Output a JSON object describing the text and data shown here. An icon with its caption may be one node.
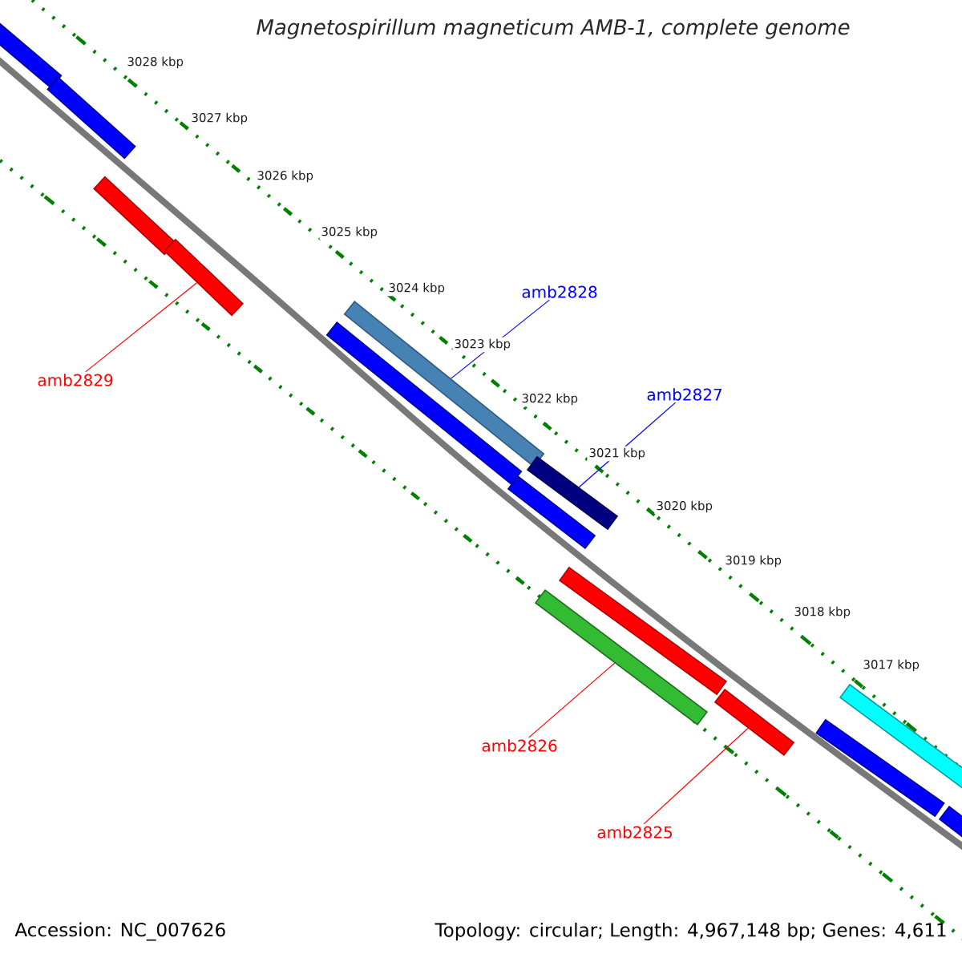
{
  "diagram": {
    "title": "Magnetospirillum magneticum AMB-1, complete genome",
    "nodes": [
      {
        "text": [],
        "shape": "bar"
      },
      {
        "text": [],
        "shape": "bar"
      },
      {
        "text": [],
        "shape": "bar"
      },
      {
        "text": [],
        "shape": "bar"
      },
      {
        "text": [],
        "shape": "bar"
      },
      {
        "text": [],
        "shape": "bar"
      },
      {
        "text": [],
        "shape": "bar"
      },
      {
        "text": [],
        "shape": "bar"
      },
      {
        "text": [],
        "shape": "bar"
      },
      {
        "text": [],
        "shape": "bar"
      },
      {
        "text": [],
        "shape": "bar"
      },
      {
        "text": [],
        "shape": "bar"
      },
      {
        "text": [],
        "shape": "bar"
      },
      {
        "text": [],
        "shape": "bar"
      },
      {
        "text": [
          "amb2828"
        ]
      },
      {
        "text": [
          "amb2829"
        ]
      },
      {
        "text": [
          "amb2827"
        ]
      },
      {
        "text": [
          "amb2826"
        ]
      },
      {
        "text": [
          "amb2825"
        ]
      }
    ],
    "edges": [
      {
        "from": 14,
        "to": 4,
        "arrow": "none",
        "color": "#0000ff"
      },
      {
        "from": 15,
        "to": 3,
        "arrow": "none"
      },
      {
        "from": 16,
        "to": 6,
        "arrow": "none",
        "color": "#0000ff"
      },
      {
        "from": 17,
        "to": 9,
        "arrow": "none"
      },
      {
        "from": 18,
        "to": 10,
        "arrow": "none"
      }
    ],
    "labels": [
      "3028 kbp",
      "3027 kbp",
      "3026 kbp",
      "3025 kbp",
      "3024 kbp",
      "3023 kbp",
      "3022 kbp",
      "3021 kbp",
      "3020 kbp",
      "3019 kbp",
      "3018 kbp",
      "3017 kbp",
      "Accession: NC_007626",
      "Topology: circular; Length: 4,967,148 bp; Genes: 4,611"
    ]
  }
}
